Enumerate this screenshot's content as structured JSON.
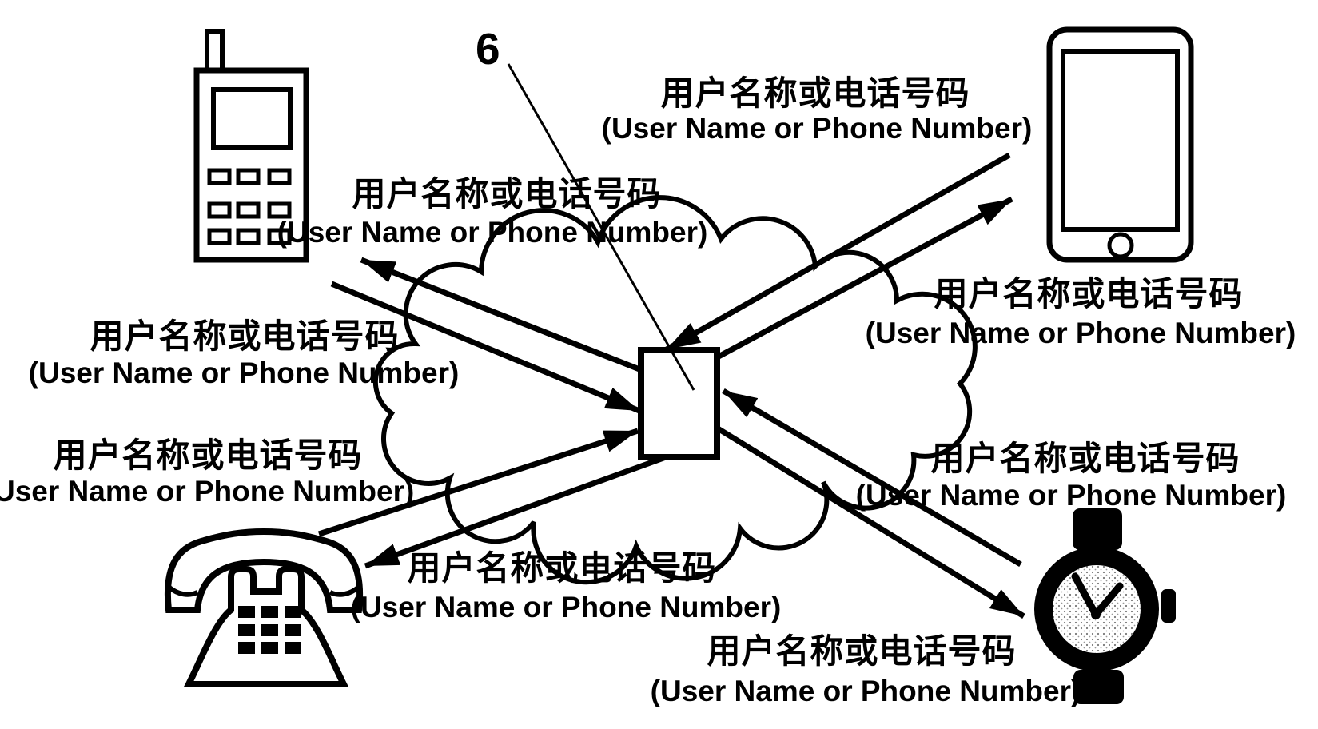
{
  "figure": {
    "reference_number": "6",
    "type": "patent-network-diagram"
  },
  "colors": {
    "background": "#ffffff",
    "ink": "#000000"
  },
  "icons": [
    {
      "name": "cellphone-icon",
      "meaning": "feature phone with antenna and keypad"
    },
    {
      "name": "smartphone-icon",
      "meaning": "touchscreen smartphone with home button"
    },
    {
      "name": "desk-telephone-icon",
      "meaning": "landline telephone with handset and keypad"
    },
    {
      "name": "wristwatch-icon",
      "meaning": "analog wristwatch with band"
    },
    {
      "name": "network-cloud",
      "meaning": "communication network cloud"
    },
    {
      "name": "server-box",
      "meaning": "central server / platform, reference number 6"
    }
  ],
  "labels": [
    {
      "position": "upper-right",
      "cn": "用户名称或电话号码",
      "en": "(User Name or Phone Number)"
    },
    {
      "position": "upper-left",
      "cn": "用户名称或电话号码",
      "en": "(User Name or Phone Number)"
    },
    {
      "position": "middle-left-upper",
      "cn": "用户名称或电话号码",
      "en": "(User Name or Phone Number)"
    },
    {
      "position": "middle-left-lower",
      "cn": "用户名称或电话号码",
      "en": "(User Name or Phone Number)"
    },
    {
      "position": "middle-right-upper",
      "cn": "用户名称或电话号码",
      "en": "(User Name or Phone Number)"
    },
    {
      "position": "middle-right-lower",
      "cn": "用户名称或电话号码",
      "en": "(User Name or Phone Number)"
    },
    {
      "position": "bottom-center",
      "cn": "用户名称或电话号码",
      "en": "(User Name or Phone Number)"
    },
    {
      "position": "bottom-right",
      "cn": "用户名称或电话号码",
      "en": "(User Name or Phone Number)"
    }
  ]
}
